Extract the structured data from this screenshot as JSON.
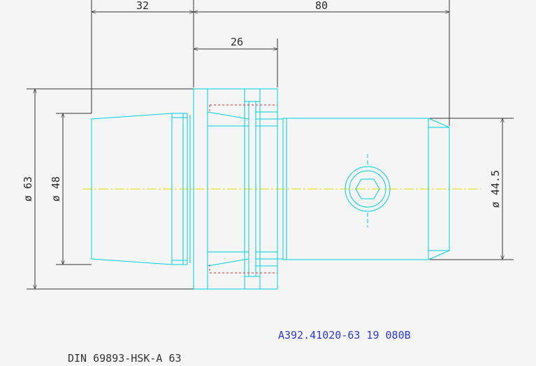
{
  "dimensions": {
    "top_left_length": "32",
    "overall_length": "80",
    "flange_length": "26",
    "outer_diameter": "ø 63",
    "taper_diameter": "ø 48",
    "shank_diameter": "ø 44.5"
  },
  "part_number": "A392.41020-63 19 080B",
  "standard": "DIN 69893-HSK-A 63",
  "colors": {
    "background": "#f5f5f5",
    "part_outline": "#00cfe0",
    "dimension_lines": "#333333",
    "hidden_lines": "#e03030",
    "center_line": "#e8e000",
    "part_number_text": "#2a3ad0"
  }
}
